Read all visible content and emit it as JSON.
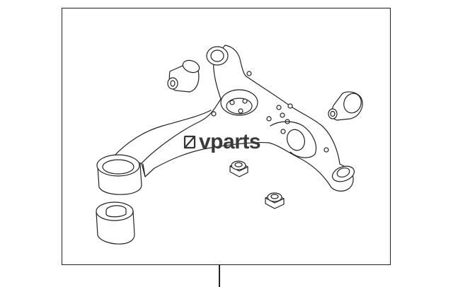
{
  "watermark": {
    "text": "vparts"
  },
  "parts": [
    {
      "id": "lower-control-arm",
      "name": "lower-control-arm"
    },
    {
      "id": "front-bushing",
      "name": "front-bushing"
    },
    {
      "id": "rear-bushing",
      "name": "rear-bushing"
    },
    {
      "id": "left-bushing",
      "name": "left-bushing"
    },
    {
      "id": "nut-1",
      "name": "nut"
    },
    {
      "id": "nut-2",
      "name": "nut"
    }
  ],
  "colors": {
    "stroke": "#222222",
    "fill": "#ffffff"
  }
}
